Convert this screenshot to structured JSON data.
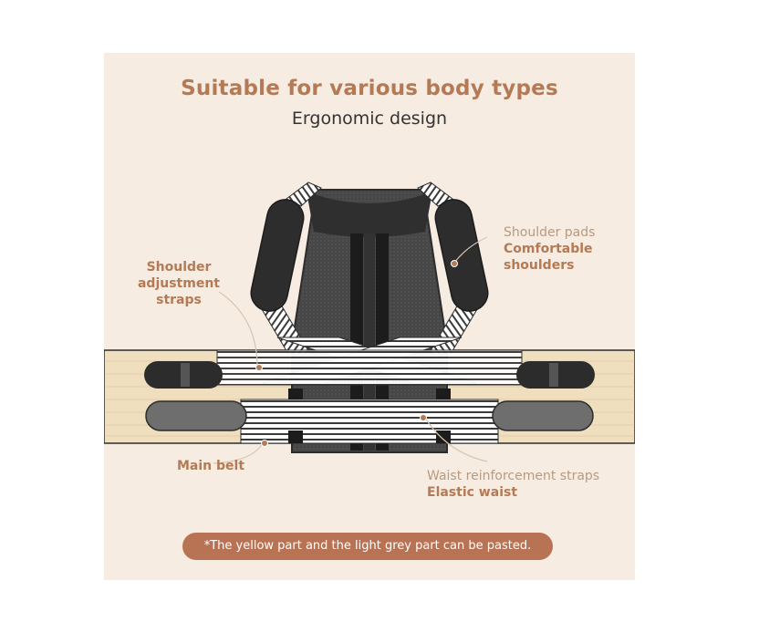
{
  "header": {
    "title": "Suitable for various body types",
    "subtitle": "Ergonomic design"
  },
  "labels": {
    "shoulder_pads": {
      "line1": "Shoulder pads",
      "line2": "Comfortable",
      "line3": "shoulders"
    },
    "shoulder_straps": {
      "line1": "Shoulder",
      "line2": "adjustment straps"
    },
    "main_belt": {
      "line1": "Main belt"
    },
    "waist_straps": {
      "line1": "Waist reinforcement straps",
      "line2": "Elastic waist"
    }
  },
  "footer": {
    "note": "*The yellow part and the light grey part can be pasted."
  },
  "colors": {
    "accent": "#b47a56",
    "label_light": "#b89a80",
    "background": "#f6ece1",
    "belt_yellow": "#efdfbf",
    "brace_dark": "#2c2c2c",
    "note_bg": "#b87254"
  }
}
